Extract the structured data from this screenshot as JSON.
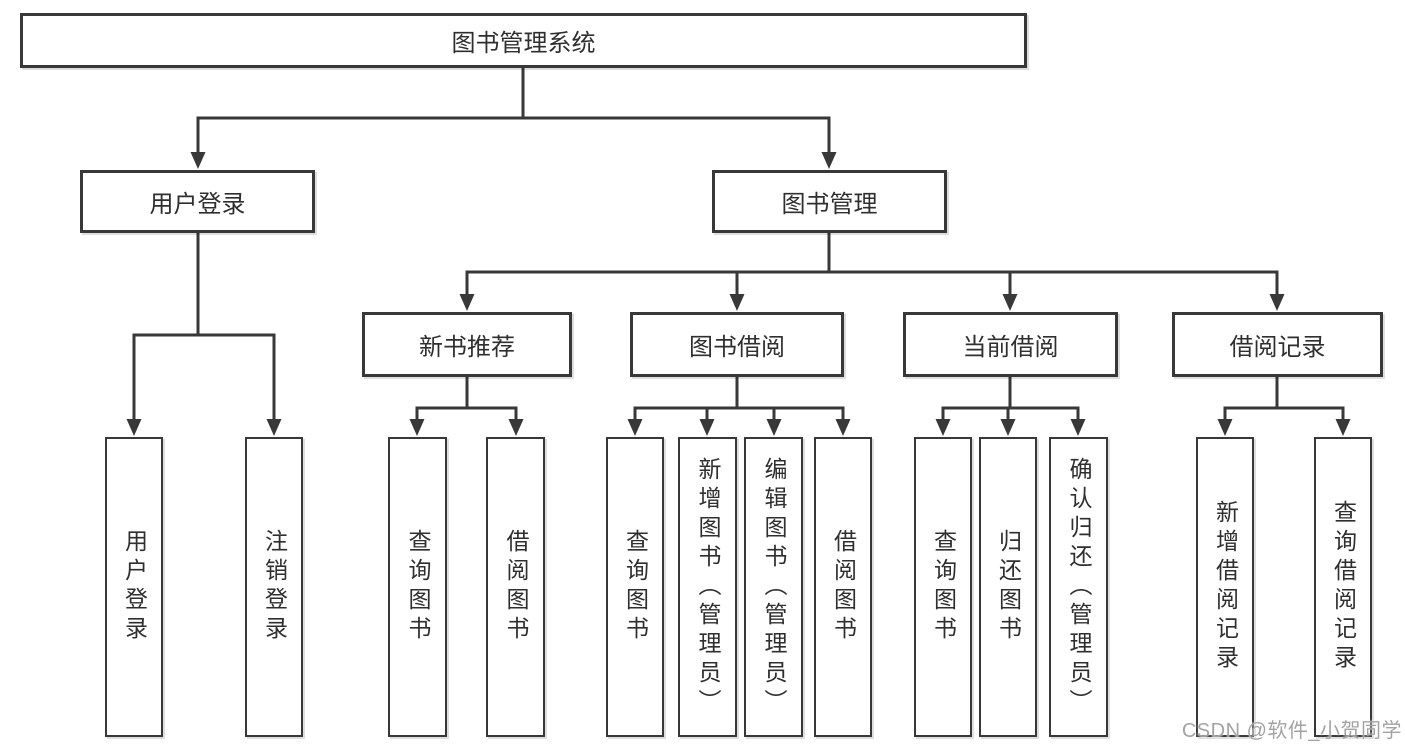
{
  "diagram": {
    "root": {
      "label": "图书管理系统",
      "children": [
        {
          "label": "用户登录",
          "children": [
            {
              "label": "用户登录"
            },
            {
              "label": "注销登录"
            }
          ]
        },
        {
          "label": "图书管理",
          "children": [
            {
              "label": "新书推荐",
              "children": [
                {
                  "label": "查询图书"
                },
                {
                  "label": "借阅图书"
                }
              ]
            },
            {
              "label": "图书借阅",
              "children": [
                {
                  "label": "查询图书"
                },
                {
                  "label": "新增图书（管理员）"
                },
                {
                  "label": "编辑图书（管理员）"
                },
                {
                  "label": "借阅图书"
                }
              ]
            },
            {
              "label": "当前借阅",
              "children": [
                {
                  "label": "查询图书"
                },
                {
                  "label": "归还图书"
                },
                {
                  "label": "确认归还（管理员）"
                }
              ]
            },
            {
              "label": "借阅记录",
              "children": [
                {
                  "label": "新增借阅记录"
                },
                {
                  "label": "查询借阅记录"
                }
              ]
            }
          ]
        }
      ]
    },
    "watermark": "CSDN @软件_小贺同学",
    "colors": {
      "line": "#383838",
      "box_fill": "#ffffff",
      "text": "#2f2f2f",
      "watermark": "#a3a3a3",
      "background": "#ffffff"
    }
  }
}
